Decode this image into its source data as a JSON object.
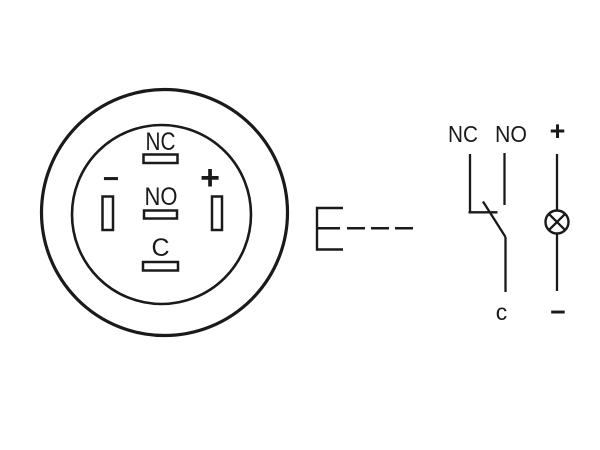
{
  "colors": {
    "ink": "#1a1a1a",
    "background": "#ffffff"
  },
  "connector_view": {
    "terminals": {
      "nc": "NC",
      "no": "NO",
      "c": "C",
      "minus": "−",
      "plus": "+"
    }
  },
  "schematic": {
    "top": {
      "nc": "NC",
      "no": "NO",
      "plus": "+"
    },
    "bottom": {
      "c": "c",
      "minus": "−"
    }
  }
}
